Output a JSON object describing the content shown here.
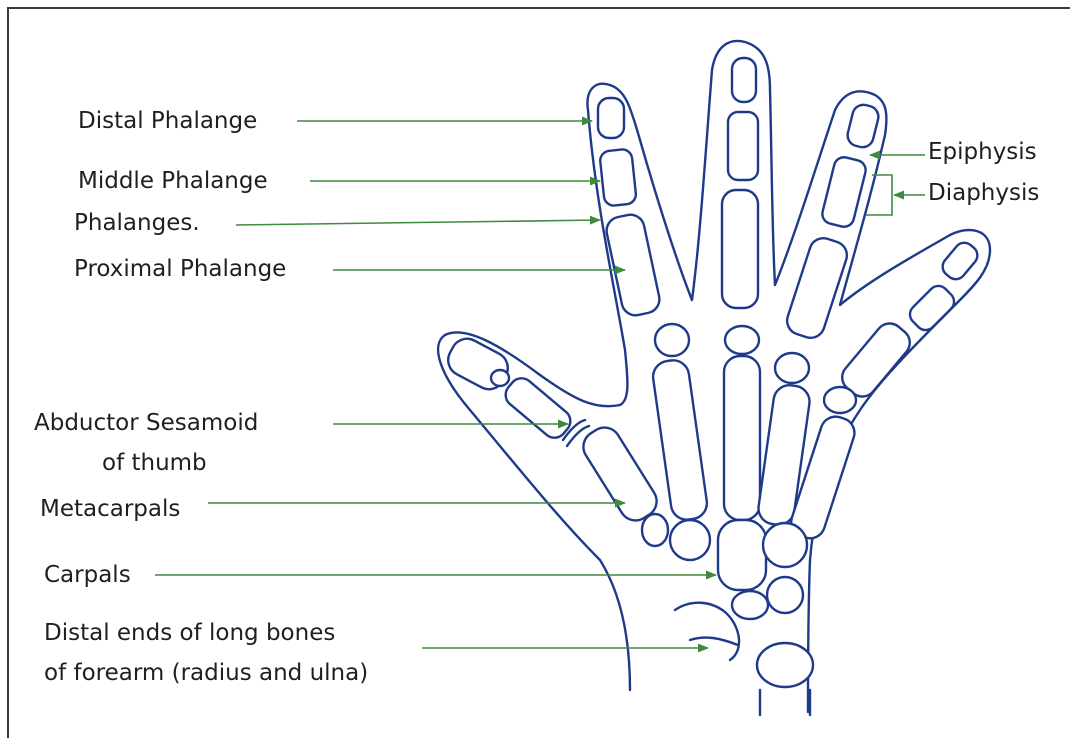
{
  "diagram": {
    "labels": {
      "distal_phalange": "Distal Phalange",
      "middle_phalange": "Middle Phalange",
      "phalanges": "Phalanges.",
      "proximal_phalange": "Proximal Phalange",
      "abductor_sesamoid_line1": "Abductor Sesamoid",
      "abductor_sesamoid_line2": "of thumb",
      "metacarpals": "Metacarpals",
      "carpals": "Carpals",
      "distal_ends_line1": "Distal ends of long bones",
      "distal_ends_line2": "of forearm (radius and ulna)",
      "epiphysis": "Epiphysis",
      "diaphysis": "Diaphysis"
    },
    "colors": {
      "outline": "#1f3a8a",
      "pointer": "#3f8a3f",
      "text": "#1f1f1f"
    }
  }
}
